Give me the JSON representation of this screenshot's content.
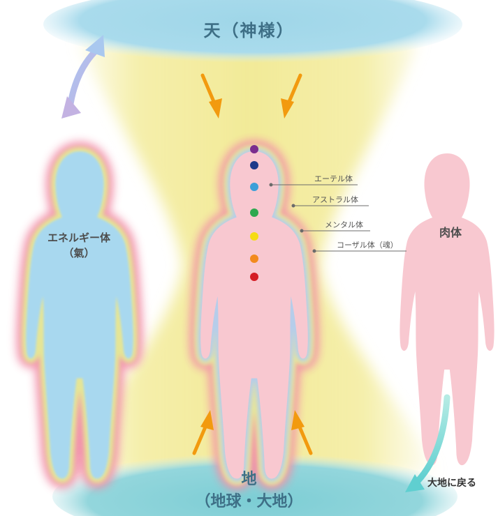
{
  "heaven": {
    "label": "天（神様）"
  },
  "earth": {
    "line1": "地",
    "line2": "（地球・大地）"
  },
  "energy_body": {
    "line1": "エネルギー体",
    "line2": "（氣）"
  },
  "flesh_body": {
    "label": "肉体"
  },
  "return_to_earth": {
    "label": "大地に戻る"
  },
  "layers": [
    {
      "label": "エーテル体"
    },
    {
      "label": "アストラル体"
    },
    {
      "label": "メンタル体"
    },
    {
      "label": "コーザル体（魂）"
    }
  ],
  "chakras": [
    {
      "name": "crown",
      "color": "#7b2d8e"
    },
    {
      "name": "third-eye",
      "color": "#1e3a8a"
    },
    {
      "name": "throat",
      "color": "#3b9fd8"
    },
    {
      "name": "heart",
      "color": "#2ea84f"
    },
    {
      "name": "solar-plexus",
      "color": "#f5dc14"
    },
    {
      "name": "sacral",
      "color": "#f28a1e"
    },
    {
      "name": "root",
      "color": "#d41c24"
    }
  ],
  "colors": {
    "heaven": "#a3d9ea",
    "earth": "#8fd3d9",
    "light_beam": "#f4ee9f",
    "aura_outer": "#f39ab0",
    "aura_inner": "#e8e69a",
    "energy_body": "#a8d8ef",
    "flesh_body": "#f8c8d0",
    "arrow_orange": "#f29a0f"
  }
}
